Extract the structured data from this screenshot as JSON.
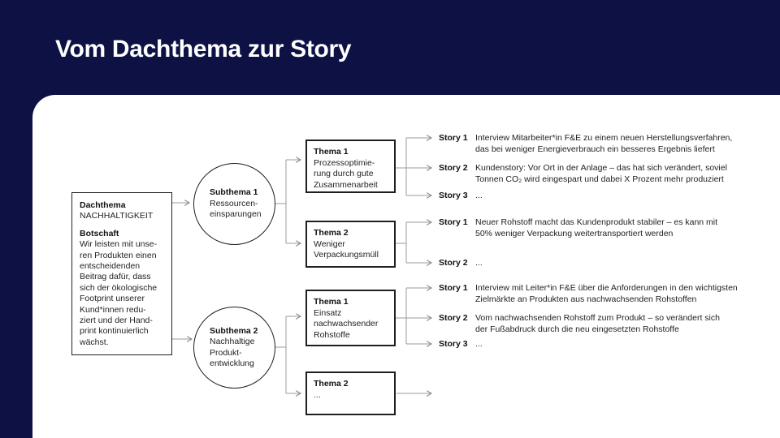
{
  "page": {
    "title": "Vom Dachthema zur Story"
  },
  "colors": {
    "background": "#0d1144",
    "panel": "#ffffff",
    "box_border": "#1f1f1f",
    "connector_line": "#9b9b9b",
    "text": "#1f1f1f"
  },
  "diagram": {
    "root": {
      "label": "Dachthema",
      "name": "NACHHALTIGKEIT",
      "message_label": "Botschaft",
      "message": "Wir leisten mit unse-\nren Produkten einen\nentscheidenden\nBeitrag dafür, dass\nsich der ökologische\nFootprint unserer\nKund*innen redu-\nziert und der Hand-\nprint kontinuierlich\nwächst."
    },
    "subthemes": [
      {
        "label": "Subthema 1",
        "text": "Ressourcen-\neinsparungen"
      },
      {
        "label": "Subthema 2",
        "text": "Nachhaltige\nProdukt-\nentwicklung"
      }
    ],
    "themes": [
      {
        "label": "Thema 1",
        "text": "Prozessoptimie-\nrung durch gute\nZusammenarbeit"
      },
      {
        "label": "Thema 2",
        "text": "Weniger\nVerpackungsmüll"
      },
      {
        "label": "Thema 1",
        "text": "Einsatz\nnachwachsender\nRohstoffe"
      },
      {
        "label": "Thema 2",
        "text": "..."
      }
    ],
    "story_groups": [
      {
        "stories": [
          {
            "label": "Story 1",
            "text": "Interview Mitarbeiter*in F&E zu einem neuen Herstellungsverfahren,\ndas bei weniger Energieverbrauch ein besseres Ergebnis liefert"
          },
          {
            "label": "Story 2",
            "text": "Kundenstory: Vor Ort in der Anlage – das hat sich verändert, soviel\nTonnen CO₂ wird eingespart und dabei X Prozent mehr produziert"
          },
          {
            "label": "Story 3",
            "text": "..."
          }
        ]
      },
      {
        "stories": [
          {
            "label": "Story 1",
            "text": "Neuer Rohstoff macht das Kundenprodukt stabiler – es kann mit\n50% weniger Verpackung weitertransportiert werden"
          },
          {
            "label": "Story 2",
            "text": "..."
          }
        ]
      },
      {
        "stories": [
          {
            "label": "Story 1",
            "text": "Interview mit Leiter*in F&E über die Anforderungen in den wichtigsten\nZielmärkte an Produkten aus nachwachsenden Rohstoffen"
          },
          {
            "label": "Story 2",
            "text": "Vom nachwachsenden Rohstoff zum Produkt – so verändert sich\nder Fußabdruck durch die neu eingesetzten Rohstoffe"
          },
          {
            "label": "Story 3",
            "text": "..."
          }
        ]
      }
    ]
  }
}
